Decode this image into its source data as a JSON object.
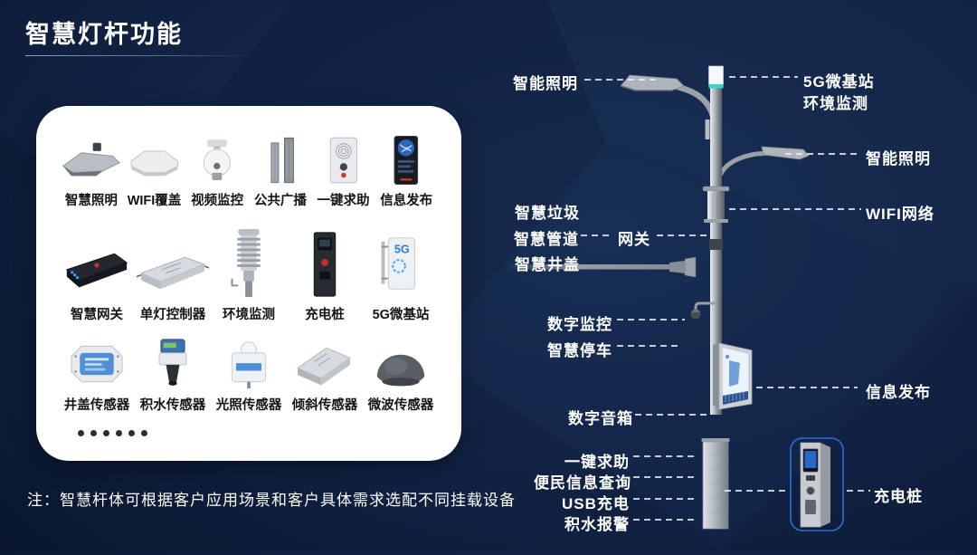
{
  "title": "智慧灯杆功能",
  "note": "注：智慧杆体可根据客户应用场景和客户具体需求选配不同挂载设备",
  "colors": {
    "background_navy": "#102040",
    "card_white": "#ffffff",
    "pole_cap_cyan": "#2fd9cf",
    "charging_box_border_blue": "#2e6fd8",
    "label_white": "#ffffff"
  },
  "card": {
    "rows": [
      {
        "items": [
          {
            "icon": "streetlight",
            "label": "智慧照明"
          },
          {
            "icon": "wifi-ap",
            "label": "WIFI覆盖"
          },
          {
            "icon": "ptz-camera",
            "label": "视频监控"
          },
          {
            "icon": "pa-speakers",
            "label": "公共广播"
          },
          {
            "icon": "sos-intercom",
            "label": "一键求助"
          },
          {
            "icon": "info-display",
            "label": "信息发布"
          }
        ]
      },
      {
        "items": [
          {
            "icon": "gateway-box",
            "label": "智慧网关"
          },
          {
            "icon": "lamp-controller",
            "label": "单灯控制器"
          },
          {
            "icon": "env-monitor",
            "label": "环境监测"
          },
          {
            "icon": "charging-pile",
            "label": "充电桩"
          },
          {
            "icon": "5g-micro-station",
            "label": "5G微基站",
            "badge": "5G"
          }
        ]
      },
      {
        "items": [
          {
            "icon": "manhole-sensor",
            "label": "井盖传感器"
          },
          {
            "icon": "water-sensor",
            "label": "积水传感器"
          },
          {
            "icon": "light-sensor",
            "label": "光照传感器"
          },
          {
            "icon": "tilt-sensor",
            "label": "倾斜传感器"
          },
          {
            "icon": "microwave-sensor",
            "label": "微波传感器"
          }
        ]
      }
    ],
    "ellipsis_dot_count": 6
  },
  "pole": {
    "labels": {
      "lighting_top": "智能照明",
      "g5_station": "5G微基站",
      "env_monitor": "环境监测",
      "lighting_right": "智能照明",
      "smart_trash": "智慧垃圾",
      "smart_pipe": "智慧管道",
      "gateway": "网关",
      "smart_manhole": "智慧井盖",
      "wifi": "WIFI网络",
      "digital_camera": "数字监控",
      "smart_parking": "智慧停车",
      "info_display": "信息发布",
      "digital_speaker": "数字音箱",
      "sos": "一键求助",
      "citizen_info": "便民信息查询",
      "usb_charge": "USB充电",
      "water_alarm": "积水报警",
      "charging_pile": "充电桩"
    }
  }
}
